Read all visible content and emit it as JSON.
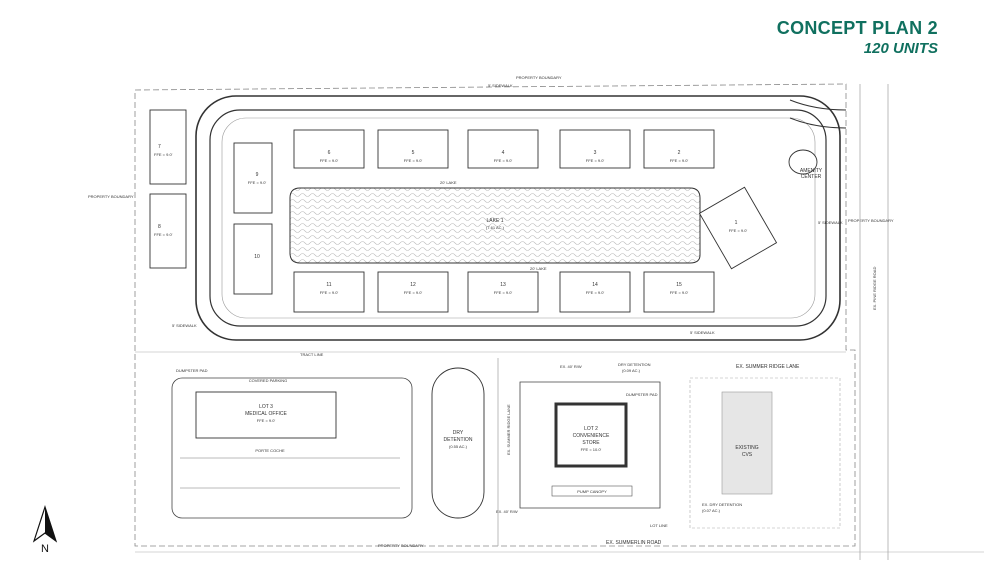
{
  "header": {
    "title": "CONCEPT PLAN 2",
    "subtitle": "120 UNITS"
  },
  "labels": {
    "property_boundary": "PROPERTY BOUNDARY",
    "sidewalk": "5' SIDEWALK",
    "lake": "LAKE 1",
    "lake_area": "(7.61 AC.)",
    "lake_dim": "20' LAKE",
    "amenity": "AMENITY",
    "amenity2": "CENTER",
    "ffe": "FFE = 9.0'",
    "tract_line": "TRACT LINE",
    "dumpster": "DUMPSTER PAD",
    "covered_parking": "COVERED PARKING",
    "lot3": "LOT 3",
    "medical": "MEDICAL OFFICE",
    "porte": "PORTE COCHE",
    "dry_detention": "DRY",
    "dry_detention2": "DETENTION",
    "dry_area": "(0.55 AC.)",
    "dry_top": "DRY DETENTION",
    "dry_top_area": "(0.09 AC.)",
    "ex_summer_ridge": "EX. SUMMER RIDGE LANE",
    "ex_summer_ridge_v": "EX. SUMMER RIDGE LANE",
    "lot2": "LOT 2",
    "convenience": "CONVENIENCE",
    "store": "STORE",
    "ffe_store": "FFE = 10.0'",
    "pump": "PUMP CANOPY",
    "existing": "EXISTING",
    "cvs": "CVS",
    "ex_dry": "EX. DRY DETENTION",
    "ex_dry_area": "(0.07 AC.)",
    "lot_line": "LOT LINE",
    "ex_summerlin": "EX. SUMMERLIN ROAD",
    "ex_pine_ridge": "EX. PINE RIDGE ROAD",
    "row": "EX. 40' R/W",
    "north": "N"
  },
  "buildings": {
    "top": [
      "6",
      "5",
      "4",
      "3",
      "2"
    ],
    "bottom": [
      "11",
      "12",
      "13",
      "14",
      "15"
    ],
    "left_inner": [
      "9",
      "10"
    ],
    "left_outer": [
      "7",
      "8"
    ],
    "right": "1"
  }
}
